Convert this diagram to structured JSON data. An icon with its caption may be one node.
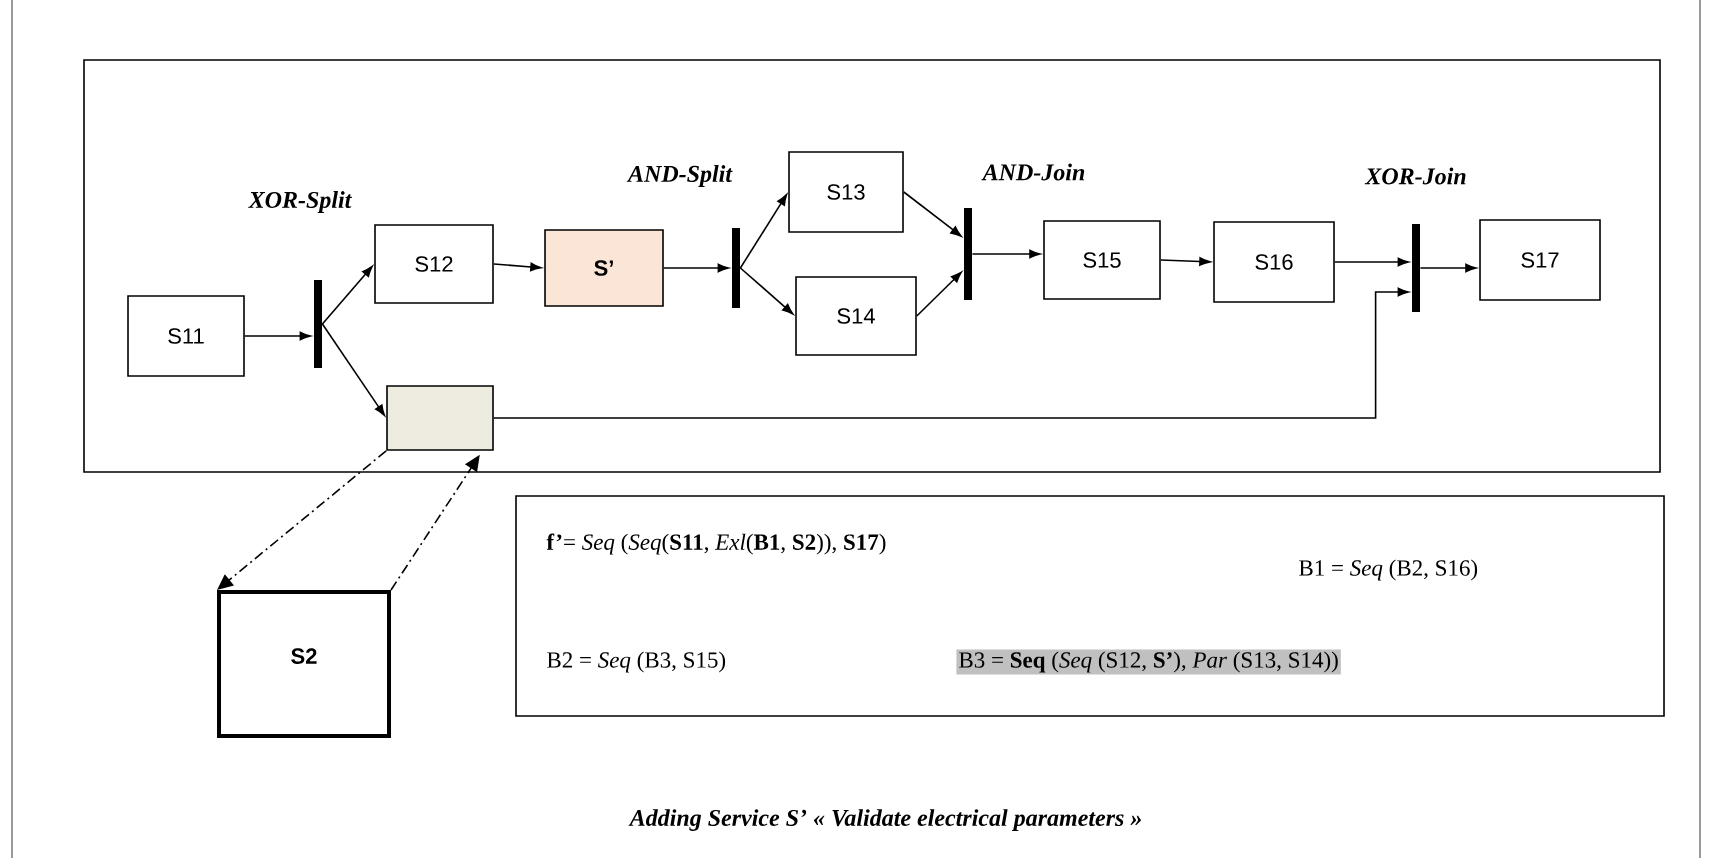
{
  "diagram": {
    "caption": "Adding Service S’ « Validate electrical parameters »",
    "nodes": [
      {
        "text": [],
        "shape": "box"
      },
      {
        "text": [
          "S11"
        ],
        "in": 0
      },
      {
        "text": [
          "XOR-Split"
        ],
        "in": 0
      },
      {
        "text": [
          "S12"
        ],
        "in": 0
      },
      {
        "text": [
          "S’"
        ],
        "in": 0
      },
      {
        "text": [
          "AND-Split"
        ],
        "in": 0
      },
      {
        "text": [
          "S13"
        ],
        "in": 0
      },
      {
        "text": [
          "S14"
        ],
        "in": 0
      },
      {
        "text": [
          "AND-Join"
        ],
        "in": 0
      },
      {
        "text": [
          "S15"
        ],
        "in": 0
      },
      {
        "text": [
          "S16"
        ],
        "in": 0
      },
      {
        "text": [
          "XOR-Join"
        ],
        "in": 0
      },
      {
        "text": [
          "S17"
        ],
        "in": 0
      },
      {
        "text": [],
        "shape": "box",
        "in": 0
      },
      {
        "text": [
          "S2"
        ]
      },
      {
        "text": [
          "**f’**= *Seq* (*Seq*(**S11**, *Exl*(**B1**, **S2**)), **S17**)",
          "B1 = *Seq* (B2, S16)",
          "B2 = *Seq* (B3, S15)",
          "B3 = **Seq** (*Seq* (S12, **S’**), *Par* (S13, S14))"
        ]
      }
    ],
    "edges": [
      {
        "from": 1,
        "to": 2,
        "arrow": "to"
      },
      {
        "from": 2,
        "to": 3,
        "arrow": "to"
      },
      {
        "from": 2,
        "to": 13,
        "arrow": "to"
      },
      {
        "from": 3,
        "to": 4,
        "arrow": "to"
      },
      {
        "from": 4,
        "to": 5,
        "arrow": "to"
      },
      {
        "from": 5,
        "to": 6,
        "arrow": "to"
      },
      {
        "from": 5,
        "to": 7,
        "arrow": "to"
      },
      {
        "from": 6,
        "to": 8,
        "arrow": "to"
      },
      {
        "from": 7,
        "to": 8,
        "arrow": "to"
      },
      {
        "from": 8,
        "to": 9,
        "arrow": "to"
      },
      {
        "from": 9,
        "to": 10,
        "arrow": "to"
      },
      {
        "from": 10,
        "to": 11,
        "arrow": "to"
      },
      {
        "from": 13,
        "to": 11,
        "arrow": "to"
      },
      {
        "from": 11,
        "to": 12,
        "arrow": "to"
      },
      {
        "from": 13,
        "to": 14,
        "arrow": "to",
        "style": "dashed"
      },
      {
        "from": 14,
        "to": 13,
        "arrow": "to",
        "style": "dashed"
      }
    ]
  }
}
